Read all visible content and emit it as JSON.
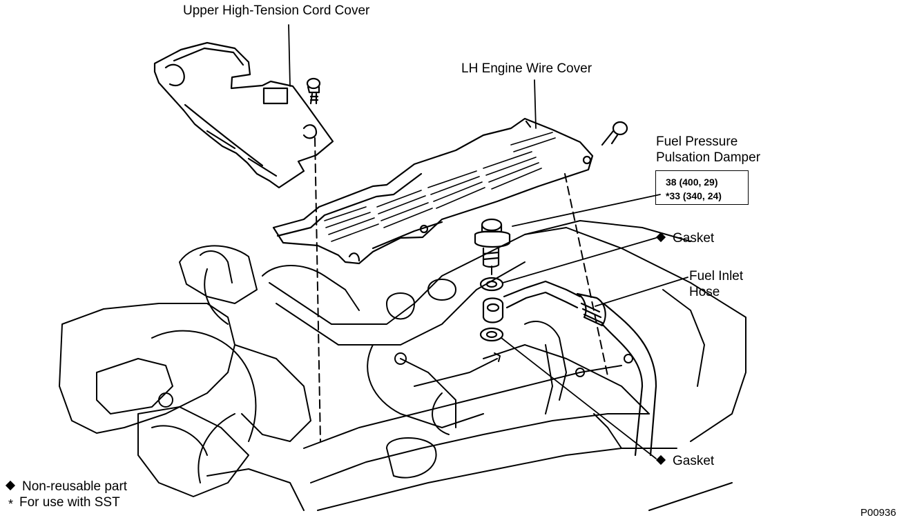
{
  "labels": {
    "upper_cover": "Upper High-Tension Cord Cover",
    "lh_cover": "LH Engine Wire Cover",
    "damper_line1": "Fuel Pressure",
    "damper_line2": "Pulsation Damper",
    "gasket_top": "Gasket",
    "hose_line1": "Fuel Inlet",
    "hose_line2": "Hose",
    "gasket_bottom": "Gasket"
  },
  "torque_spec": {
    "standard": "38 (400, 29)",
    "with_sst": "*33 (340, 24)"
  },
  "legend": {
    "non_reusable": "Non-reusable part",
    "sst": "For use with SST"
  },
  "figure_code": "P00936"
}
